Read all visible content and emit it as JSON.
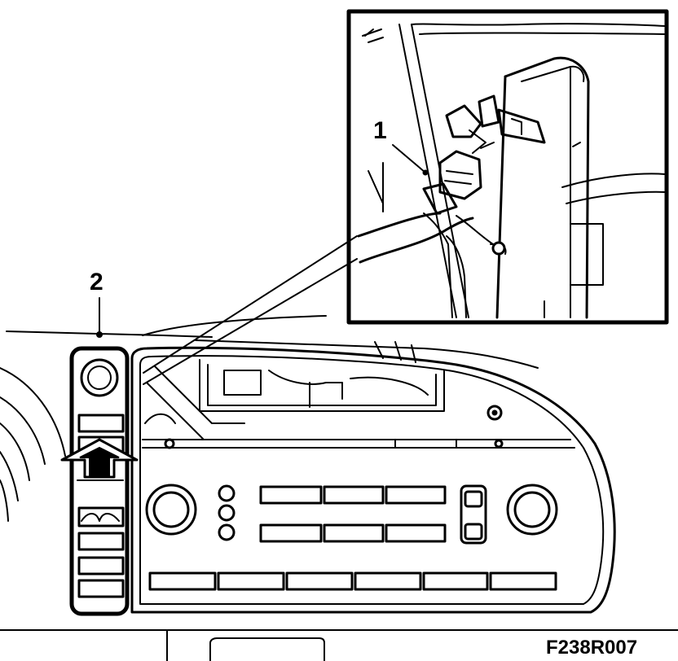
{
  "callouts": {
    "one": "1",
    "two": "2"
  },
  "figure_code": "F238R007",
  "icons": {
    "arrow": "push-up-arrow-icon"
  },
  "colors": {
    "ink": "#000000",
    "paper": "#ffffff"
  }
}
